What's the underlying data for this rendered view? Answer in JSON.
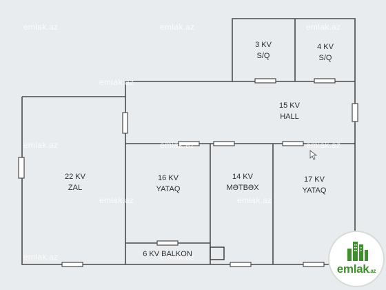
{
  "watermarks": [
    "emlak.az",
    "emlak.az",
    "emlak.az",
    "emlak.az",
    "emlak.az",
    "emlak.az",
    "emlak.az",
    "emlak.az",
    "emlak.az",
    "emlak.az",
    "emlak.az"
  ],
  "rooms": {
    "sq3": {
      "area": "3 KV",
      "name": "S/Q"
    },
    "sq4": {
      "area": "4 KV",
      "name": "S/Q"
    },
    "hall": {
      "area": "15 KV",
      "name": "HALL"
    },
    "zal": {
      "area": "22 KV",
      "name": "ZAL"
    },
    "yataq16": {
      "area": "16 KV",
      "name": "YATAQ"
    },
    "metbex": {
      "area": "14 KV",
      "name": "MƏTBƏX"
    },
    "yataq17": {
      "area": "17 KV",
      "name": "YATAQ"
    },
    "balkon": {
      "label": "6 KV BALKON"
    }
  },
  "logo": {
    "brand": "emlak",
    "suffix": ".az"
  },
  "colors": {
    "wall": "#4a4a4a",
    "background": "#e9ecef",
    "logo_green": "#3f8f2f"
  }
}
